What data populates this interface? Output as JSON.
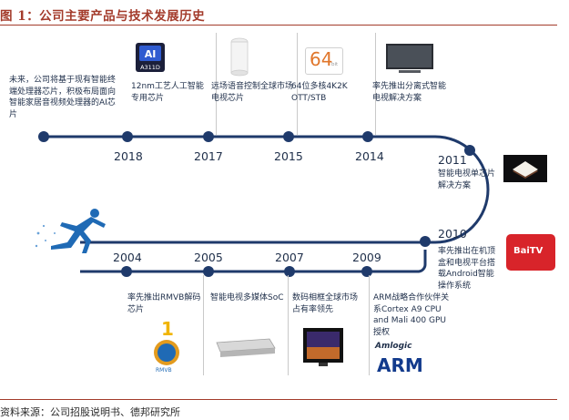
{
  "header": {
    "title": "图 1：公司主要产品与技术发展历史"
  },
  "footer": {
    "source": "资料来源：公司招股说明书、德邦研究所"
  },
  "colors": {
    "timeline": "#1f3a6b",
    "accent": "#a33b2b",
    "text": "#1f2f4a"
  },
  "intro": {
    "text": "未来，公司将基于现有智能终端处理器芯片，积极布局面向智能家居音视频处理器的AI芯片"
  },
  "milestones": [
    {
      "year": "2018",
      "desc": "12nm工艺人工智能专用芯片",
      "chip_text": "A311D",
      "icon": "ai-chip-icon"
    },
    {
      "year": "2017",
      "desc": "远场语音控制全球市场电视芯片",
      "icon": "smart-speaker-icon"
    },
    {
      "year": "2015",
      "desc": "64位多核4K2K OTT/STB",
      "icon_text": "64",
      "icon_sub": "bit",
      "icon": "64-bit-icon"
    },
    {
      "year": "2014",
      "desc": "率先推出分离式智能电视解决方案",
      "icon": "tv-icon"
    },
    {
      "year": "2011",
      "desc": "智能电视单芯片解决方案",
      "icon": "android-icon"
    },
    {
      "year": "2010",
      "desc": "率先推出在机顶盒和电视平台搭载Android智能操作系统",
      "icon_text": "BaiTV",
      "icon": "set-top-box-icon"
    },
    {
      "year": "2009",
      "desc": "ARM战略合作伙伴关系Cortex A9 CPU and Mali 400 GPU授权",
      "logo_top": "Amlogic",
      "logo_bottom": "ARM",
      "icon": "amlogic-arm-logo"
    },
    {
      "year": "2007",
      "desc": "数码相框全球市场占有率领先",
      "icon": "photo-frame-icon"
    },
    {
      "year": "2005",
      "desc": "智能电视多媒体SoC",
      "icon": "media-player-icon"
    },
    {
      "year": "2004",
      "desc": "率先推出RMVB解码芯片",
      "badge_text": "1",
      "badge_sub": "RMVB",
      "icon": "rmvb-badge-icon"
    }
  ]
}
